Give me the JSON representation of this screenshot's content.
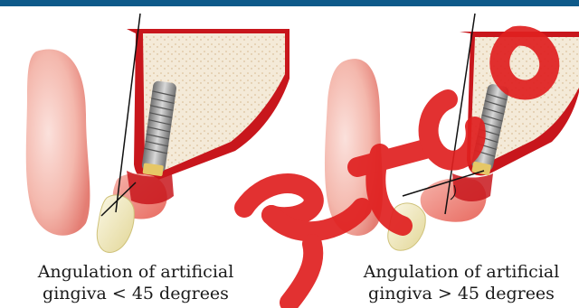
{
  "figure": {
    "colors": {
      "header_bar": "#0e5a8a",
      "bone": "#f2e6d2",
      "gum_red": "#c8161c",
      "gum_pink": "#f0a29a",
      "lip_pink": "#f4b8ad",
      "tooth": "#f4efc6",
      "implant": "#9a9a9a",
      "watermark": "#e02020"
    },
    "panels": [
      {
        "id": "left",
        "caption_line1": "Angulation of artificial",
        "caption_line2": "gingiva < 45 degrees"
      },
      {
        "id": "right",
        "caption_line1": "Angulation of artificial",
        "caption_line2": "gingiva > 45 degrees"
      }
    ]
  }
}
